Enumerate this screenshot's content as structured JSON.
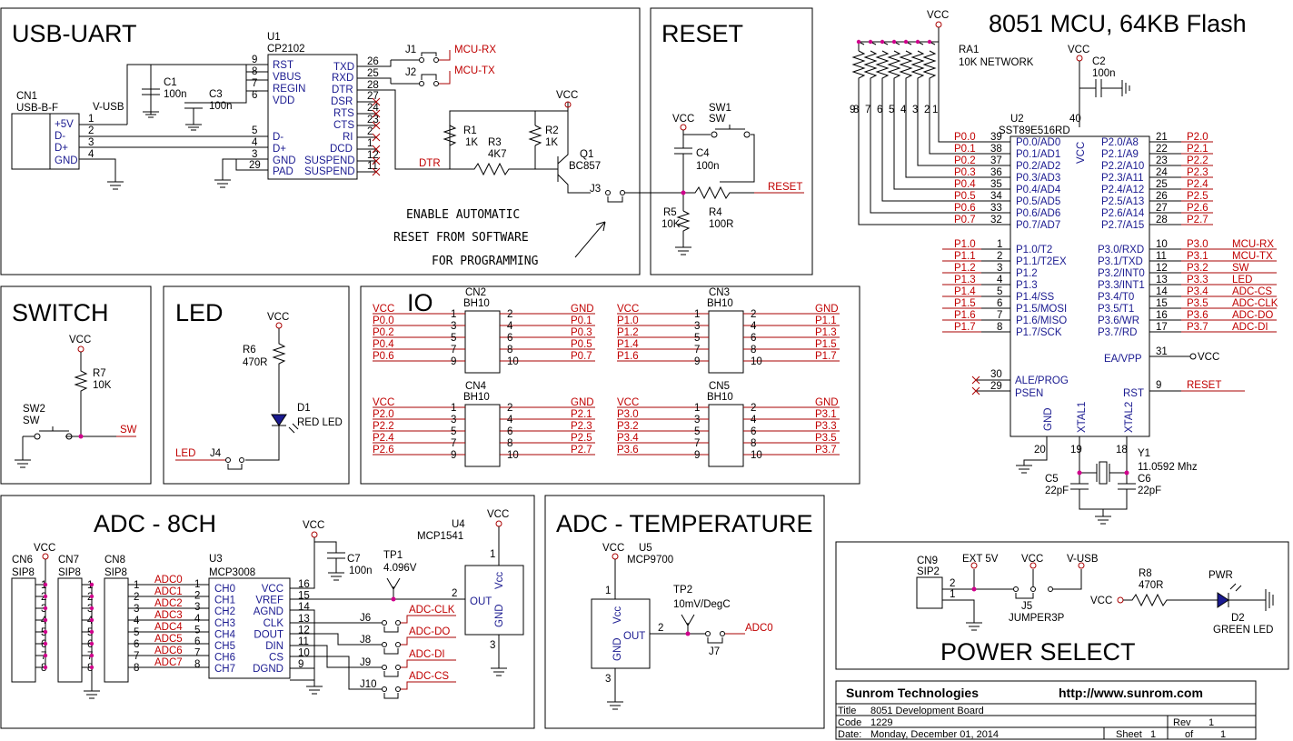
{
  "sections": {
    "usb_uart": "USB-UART",
    "reset": "RESET",
    "mcu": "8051 MCU, 64KB Flash",
    "switch": "SWITCH",
    "led": "LED",
    "io": "IO",
    "adc8": "ADC - 8CH",
    "adc_temp": "ADC - TEMPERATURE",
    "power": "POWER SELECT"
  },
  "note": [
    "ENABLE AUTOMATIC",
    "RESET FROM SOFTWARE",
    "FOR PROGRAMMING"
  ],
  "usb": {
    "cn1": "CN1",
    "cn1_type": "USB-B-F",
    "vusb": "V-USB",
    "cn1_pins": [
      "+5V",
      "D-",
      "D+",
      "GND"
    ],
    "cn1_nums": [
      "1",
      "2",
      "3",
      "4"
    ],
    "c1": "C1",
    "c1v": "100n",
    "c3": "C3",
    "c3v": "100n",
    "u1": "U1",
    "u1_part": "CP2102",
    "u1_left": [
      "RST",
      "VBUS",
      "REGIN",
      "VDD",
      "D-",
      "D+",
      "GND",
      "PAD"
    ],
    "u1_left_nums": [
      "9",
      "8",
      "7",
      "6",
      "5",
      "4",
      "3",
      "29"
    ],
    "u1_right": [
      "TXD",
      "RXD",
      "DTR",
      "DSR",
      "RTS",
      "CTS",
      "RI",
      "DCD",
      "SUSPEND",
      "SUSPEND"
    ],
    "u1_right_nums": [
      "26",
      "25",
      "28",
      "27",
      "24",
      "23",
      "2",
      "1",
      "12",
      "11"
    ],
    "j1": "J1",
    "j2": "J2",
    "mcu_rx": "MCU-RX",
    "mcu_tx": "MCU-TX",
    "r1": "R1",
    "r1v": "1K",
    "r2": "R2",
    "r2v": "1K",
    "r3": "R3",
    "r3v": "4K7",
    "q1": "Q1",
    "q1v": "BC857",
    "dtr": "DTR",
    "j3": "J3",
    "vcc": "VCC"
  },
  "reset": {
    "vcc": "VCC",
    "sw1": "SW1",
    "sw1v": "SW",
    "c4": "C4",
    "c4v": "100n",
    "r5": "R5",
    "r5v": "10K",
    "r4": "R4",
    "r4v": "100R",
    "label": "RESET"
  },
  "mcu": {
    "vcc": "VCC",
    "ra1": "RA1",
    "ra1v": "10K NETWORK",
    "ra_pins": [
      "9",
      "8",
      "7",
      "6",
      "5",
      "4",
      "3",
      "2",
      "1"
    ],
    "c2": "C2",
    "c2v": "100n",
    "u2": "U2",
    "u2v": "SST89E516RD",
    "p0": [
      "P0.0",
      "P0.1",
      "P0.2",
      "P0.3",
      "P0.4",
      "P0.5",
      "P0.6",
      "P0.7"
    ],
    "p0_pins": [
      "P0.0/AD0",
      "P0.1/AD1",
      "P0.2/AD2",
      "P0.3/AD3",
      "P0.4/AD4",
      "P0.5/AD5",
      "P0.6/AD6",
      "P0.7/AD7"
    ],
    "p0_nums": [
      "39",
      "38",
      "37",
      "36",
      "35",
      "34",
      "33",
      "32"
    ],
    "p1": [
      "P1.0",
      "P1.1",
      "P1.2",
      "P1.3",
      "P1.4",
      "P1.5",
      "P1.6",
      "P1.7"
    ],
    "p1_pins": [
      "P1.0/T2",
      "P1.1/T2EX",
      "P1.2",
      "P1.3",
      "P1.4/SS",
      "P1.5/MOSI",
      "P1.6/MISO",
      "P1.7/SCK"
    ],
    "p1_nums": [
      "1",
      "2",
      "3",
      "4",
      "5",
      "6",
      "7",
      "8"
    ],
    "p2": [
      "P2.0",
      "P2.1",
      "P2.2",
      "P2.3",
      "P2.4",
      "P2.5",
      "P2.6",
      "P2.7"
    ],
    "p2_pins": [
      "P2.0/A8",
      "P2.1/A9",
      "P2.2/A10",
      "P2.3/A11",
      "P2.4/A12",
      "P2.5/A13",
      "P2.6/A14",
      "P2.7/A15"
    ],
    "p2_nums": [
      "21",
      "22",
      "23",
      "24",
      "25",
      "26",
      "27",
      "28"
    ],
    "p3": [
      "P3.0",
      "P3.1",
      "P3.2",
      "P3.3",
      "P3.4",
      "P3.5",
      "P3.6",
      "P3.7"
    ],
    "p3_pins": [
      "P3.0/RXD",
      "P3.1/TXD",
      "P3.2/INT0",
      "P3.3/INT1",
      "P3.4/T0",
      "P3.5/T1",
      "P3.6/WR",
      "P3.7/RD"
    ],
    "p3_nums": [
      "10",
      "11",
      "12",
      "13",
      "14",
      "15",
      "16",
      "17"
    ],
    "p3_nets": [
      "MCU-RX",
      "MCU-TX",
      "SW",
      "LED",
      "ADC-CS",
      "ADC-CLK",
      "ADC-DO",
      "ADC-DI"
    ],
    "vcc_pin": "VCC",
    "vcc_num": "40",
    "ea": "EA/VPP",
    "ea_num": "31",
    "ea_net": "VCC",
    "ale": "ALE/PROG",
    "ale_num": "30",
    "psen": "PSEN",
    "psen_num": "29",
    "rst": "RST",
    "rst_num": "9",
    "rst_net": "RESET",
    "gnd": "GND",
    "gnd_num": "20",
    "xt1": "XTAL1",
    "xt1_num": "19",
    "xt2": "XTAL2",
    "xt2_num": "18",
    "y1": "Y1",
    "y1v": "11.0592 Mhz",
    "c5": "C5",
    "c5v": "22pF",
    "c6": "C6",
    "c6v": "22pF"
  },
  "switch": {
    "vcc": "VCC",
    "r7": "R7",
    "r7v": "10K",
    "sw2": "SW2",
    "sw2v": "SW",
    "net": "SW"
  },
  "led": {
    "vcc": "VCC",
    "r6": "R6",
    "r6v": "470R",
    "d1": "D1",
    "d1v": "RED LED",
    "j4": "J4",
    "net": "LED"
  },
  "io": {
    "connectors": [
      {
        "name": "CN2",
        "type": "BH10",
        "odd": [
          "VCC",
          "P0.0",
          "P0.2",
          "P0.4",
          "P0.6"
        ],
        "even": [
          "GND",
          "P0.1",
          "P0.3",
          "P0.5",
          "P0.7"
        ]
      },
      {
        "name": "CN3",
        "type": "BH10",
        "odd": [
          "VCC",
          "P1.0",
          "P1.2",
          "P1.4",
          "P1.6"
        ],
        "even": [
          "GND",
          "P1.1",
          "P1.3",
          "P1.5",
          "P1.7"
        ]
      },
      {
        "name": "CN4",
        "type": "BH10",
        "odd": [
          "VCC",
          "P2.0",
          "P2.2",
          "P2.4",
          "P2.6"
        ],
        "even": [
          "GND",
          "P2.1",
          "P2.3",
          "P2.5",
          "P2.7"
        ]
      },
      {
        "name": "CN5",
        "type": "BH10",
        "odd": [
          "VCC",
          "P3.0",
          "P3.2",
          "P3.4",
          "P3.6"
        ],
        "even": [
          "GND",
          "P3.1",
          "P3.3",
          "P3.5",
          "P3.7"
        ]
      }
    ],
    "odd_nums": [
      "1",
      "3",
      "5",
      "7",
      "9"
    ],
    "even_nums": [
      "2",
      "4",
      "6",
      "8",
      "10"
    ]
  },
  "adc8": {
    "vcc": "VCC",
    "cn6": "CN6",
    "cn7": "CN7",
    "cn8": "CN8",
    "sip": "SIP8",
    "nums": [
      "1",
      "2",
      "3",
      "4",
      "5",
      "6",
      "7",
      "8"
    ],
    "adc": [
      "ADC0",
      "ADC1",
      "ADC2",
      "ADC3",
      "ADC4",
      "ADC5",
      "ADC6",
      "ADC7"
    ],
    "u3": "U3",
    "u3v": "MCP3008",
    "ch": [
      "CH0",
      "CH1",
      "CH2",
      "CH3",
      "CH4",
      "CH5",
      "CH6",
      "CH7"
    ],
    "right": [
      "VCC",
      "VREF",
      "AGND",
      "CLK",
      "DOUT",
      "DIN",
      "CS",
      "DGND"
    ],
    "right_nums": [
      "16",
      "15",
      "14",
      "13",
      "12",
      "11",
      "10",
      "9"
    ],
    "c7": "C7",
    "c7v": "100n",
    "tp1": "TP1",
    "tp1v": "4.096V",
    "u4": "U4",
    "u4v": "MCP1541",
    "u4_vcc": "Vcc",
    "u4_out": "OUT",
    "u4_gnd": "GND",
    "u4_n1": "1",
    "u4_n2": "2",
    "u4_n3": "3",
    "jumpers": [
      "J6",
      "J8",
      "J9",
      "J10"
    ],
    "nets": [
      "ADC-CLK",
      "ADC-DO",
      "ADC-DI",
      "ADC-CS"
    ]
  },
  "temp": {
    "vcc": "VCC",
    "u5": "U5",
    "u5v": "MCP9700",
    "vcc_pin": "Vcc",
    "out": "OUT",
    "gnd": "GND",
    "n1": "1",
    "n2": "2",
    "n3": "3",
    "tp2": "TP2",
    "tp2v": "10mV/DegC",
    "j7": "J7",
    "net": "ADC0"
  },
  "power": {
    "cn9": "CN9",
    "cn9v": "SIP2",
    "n1": "1",
    "n2": "2",
    "ext": "EXT 5V",
    "vcc": "VCC",
    "vusb": "V-USB",
    "j5": "J5",
    "j5v": "JUMPER3P",
    "r8": "R8",
    "r8v": "470R",
    "pwr": "PWR",
    "d2": "D2",
    "d2v": "GREEN LED"
  },
  "titleblock": {
    "company": "Sunrom Technologies",
    "url": "http://www.sunrom.com",
    "title_l": "Title",
    "title": "8051 Development Board",
    "code_l": "Code",
    "code": "1229",
    "rev_l": "Rev",
    "rev": "1",
    "date_l": "Date:",
    "date": "Monday, December 01, 2014",
    "sheet_l": "Sheet",
    "sheet": "1",
    "of_l": "of",
    "of": "1"
  }
}
